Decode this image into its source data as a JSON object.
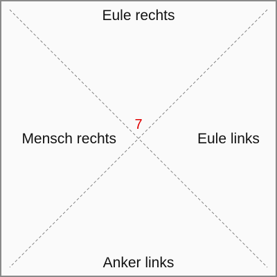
{
  "labels": {
    "top": "Eule rechts",
    "bottom": "Anker links",
    "left": "Mensch rechts",
    "right": "Eule links"
  },
  "center": {
    "value": "7"
  },
  "colors": {
    "frame_border": "#8a8a8a",
    "background": "#fafafa",
    "diagonal": "#777777",
    "center_number": "#e00000",
    "text": "#111111"
  }
}
